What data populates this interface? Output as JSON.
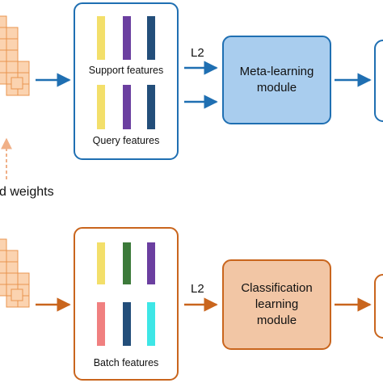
{
  "colors": {
    "blue_arrow": "#1f6fb2",
    "blue_border": "#1f6fb2",
    "meta_fill": "#a9cdee",
    "orange_arrow": "#c9651d",
    "orange_border": "#c9651d",
    "class_fill": "#f2c6a5",
    "dashed_arrow": "#f0b088",
    "cube_fill": "#fbd3b0",
    "cube_edge": "#e8944f"
  },
  "top": {
    "support_label": "Support features",
    "query_label": "Query features",
    "support_bar_colors": [
      "#f3df6a",
      "#6b3fa0",
      "#234e7a"
    ],
    "query_bar_colors": [
      "#f3df6a",
      "#6b3fa0",
      "#234e7a"
    ],
    "distance_label": "L2",
    "module_line1": "Meta-learning",
    "module_line2": "module"
  },
  "middle": {
    "weights_label": "d weights"
  },
  "bottom": {
    "batch_label": "Batch features",
    "bar_colors_row1": [
      "#f3df6a",
      "#3c7a3a",
      "#6b3fa0"
    ],
    "bar_colors_row2": [
      "#f08080",
      "#234e7a",
      "#3ee6e6"
    ],
    "distance_label": "L2",
    "module_line1": "Classification",
    "module_line2": "learning",
    "module_line3": "module"
  }
}
